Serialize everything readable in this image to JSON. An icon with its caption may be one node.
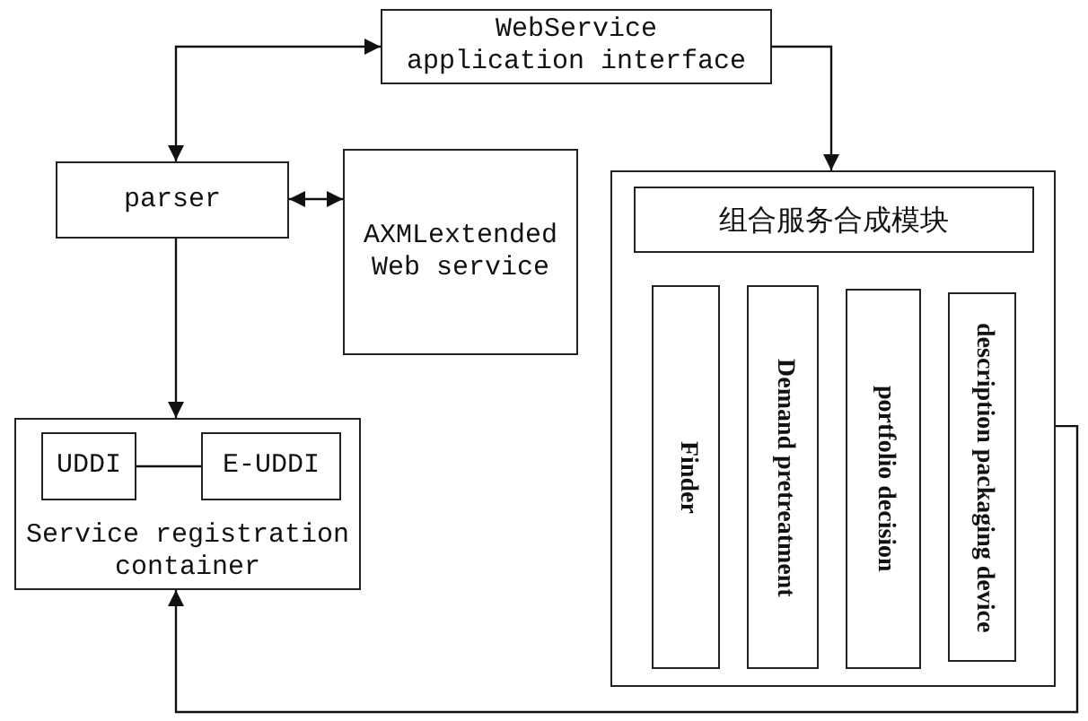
{
  "diagram": {
    "nodes": [
      {
        "text": [
          "WebService application interface"
        ]
      },
      {
        "text": [
          "parser"
        ]
      },
      {
        "text": [
          "AXMLextended Web service"
        ]
      },
      {
        "text": [],
        "shape": "box"
      },
      {
        "text": [
          "组合服务合成模块"
        ],
        "in": 3
      },
      {
        "text": [
          "Finder"
        ],
        "in": 3
      },
      {
        "text": [
          "Demand pretreatment"
        ],
        "in": 3
      },
      {
        "text": [
          "portfolio decision"
        ],
        "in": 3
      },
      {
        "text": [
          "description packaging device"
        ],
        "in": 3
      },
      {
        "text": [
          "Service registration container"
        ]
      },
      {
        "text": [
          "UDDI"
        ],
        "in": 9
      },
      {
        "text": [
          "E-UDDI"
        ],
        "in": 9
      }
    ],
    "edges": [
      {
        "from": 0,
        "to": 1,
        "arrow": "both"
      },
      {
        "from": 1,
        "to": 2,
        "arrow": "both"
      },
      {
        "from": 0,
        "to": 3,
        "arrow": "to"
      },
      {
        "from": 1,
        "to": 9,
        "arrow": "to"
      },
      {
        "from": 10,
        "to": 11,
        "arrow": "none"
      },
      {
        "from": 3,
        "to": 9,
        "arrow": "to"
      }
    ]
  }
}
